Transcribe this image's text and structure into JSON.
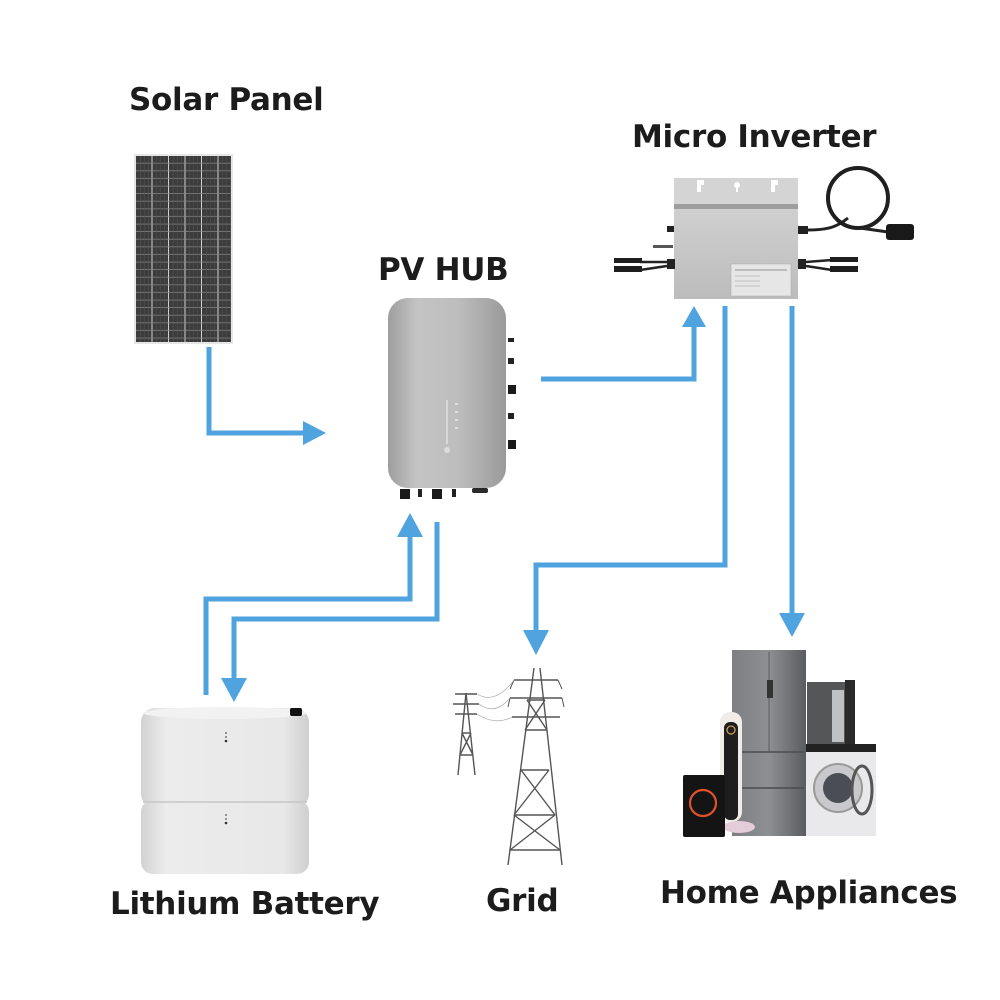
{
  "title": "Solar energy system diagram",
  "colors": {
    "arrow": "#4FA3DF",
    "label_text": "#1c1c1c",
    "device_grey": "#bdbdbd",
    "panel_cells": "#3a3a3a"
  },
  "nodes": {
    "solar_panel": {
      "label": "Solar Panel",
      "icon": "solar-panel-icon"
    },
    "pv_hub": {
      "label": "PV HUB",
      "icon": "pv-hub-icon"
    },
    "micro_inverter": {
      "label": "Micro Inverter",
      "icon": "micro-inverter-icon"
    },
    "lithium_battery": {
      "label": "Lithium Battery",
      "icon": "battery-icon"
    },
    "grid": {
      "label": "Grid",
      "icon": "power-tower-icon"
    },
    "home_appliances": {
      "label": "Home Appliances",
      "icon": "appliances-icon"
    }
  },
  "flows": [
    {
      "from": "Solar Panel",
      "to": "PV HUB"
    },
    {
      "from": "PV HUB",
      "to": "Micro Inverter"
    },
    {
      "from": "Lithium Battery",
      "to": "PV HUB"
    },
    {
      "from": "PV HUB",
      "to": "Lithium Battery"
    },
    {
      "from": "Micro Inverter",
      "to": "Grid"
    },
    {
      "from": "Micro Inverter",
      "to": "Home Appliances"
    }
  ]
}
